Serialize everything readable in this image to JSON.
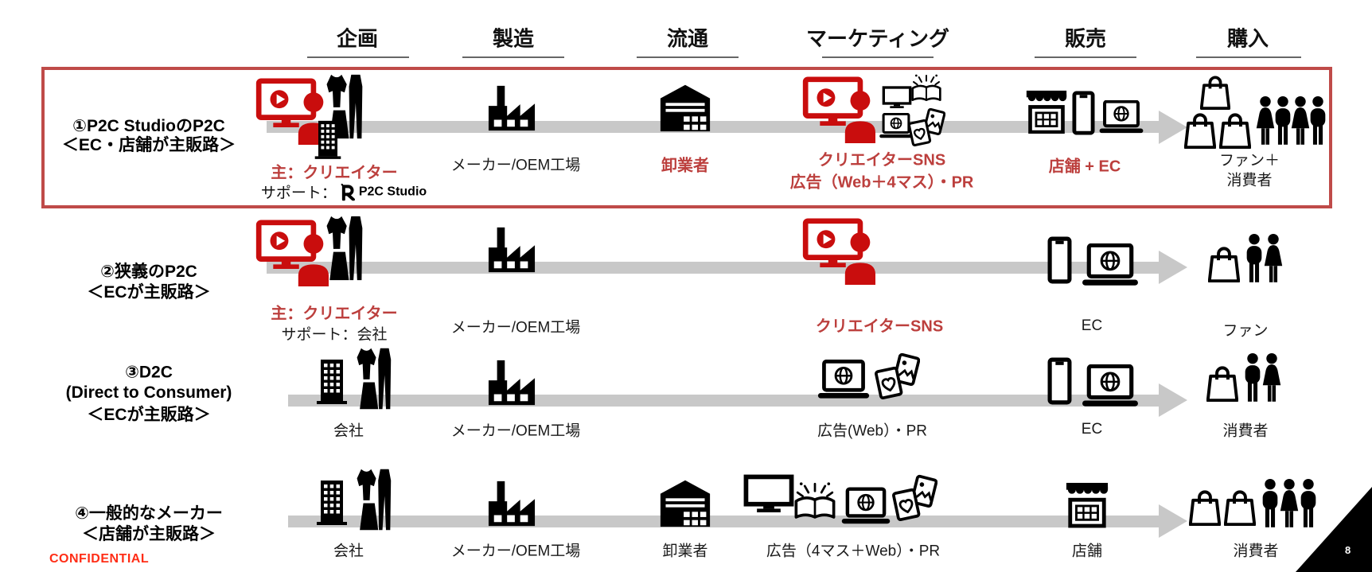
{
  "colors": {
    "icon_red": "#c90d0d",
    "text_red": "#bc3f3d",
    "box_border": "#bf4b49",
    "bar_gray": "#c8c8c8",
    "confidential_red": "#ff2d16"
  },
  "stages": [
    {
      "label": "企画"
    },
    {
      "label": "製造"
    },
    {
      "label": "流通"
    },
    {
      "label": "マーケティング"
    },
    {
      "label": "販売"
    },
    {
      "label": "購入"
    }
  ],
  "rows": [
    {
      "title_line1": "①P2C StudioのP2C",
      "title_line2": "＜EC・店舗が主販路＞",
      "planning_main": "主：クリエイター",
      "planning_support_prefix": "サポート：",
      "planning_support_logo": "P2C Studio",
      "manufacturing": "メーカー/OEM工場",
      "distribution": "卸業者",
      "marketing_line1": "クリエイターSNS",
      "marketing_line2": "広告（Web＋4マス）・PR",
      "sales": "店舗 + EC",
      "purchase_line1": "ファン＋",
      "purchase_line2": "消費者"
    },
    {
      "title_line1": "②狭義のP2C",
      "title_line2": "＜ECが主販路＞",
      "planning_main": "主：クリエイター",
      "planning_support": "サポート：会社",
      "manufacturing": "メーカー/OEM工場",
      "marketing": "クリエイターSNS",
      "sales": "EC",
      "purchase": "ファン"
    },
    {
      "title_line1": "③D2C",
      "title_line2": "(Direct to Consumer)",
      "title_line3": "＜ECが主販路＞",
      "planning": "会社",
      "manufacturing": "メーカー/OEM工場",
      "marketing": "広告(Web）・PR",
      "sales": "EC",
      "purchase": "消費者"
    },
    {
      "title_line1": "④一般的なメーカー",
      "title_line2": "＜店舗が主販路＞",
      "planning": "会社",
      "manufacturing": "メーカー/OEM工場",
      "distribution": "卸業者",
      "marketing": "広告（4マス＋Web）・PR",
      "sales": "店舗",
      "purchase": "消費者"
    }
  ],
  "footer": {
    "confidential": "CONFIDENTIAL",
    "page_number": "8"
  },
  "icons": [
    "creator-monitor-person-icon",
    "clothes-icon",
    "company-building-icon",
    "factory-icon",
    "warehouse-icon",
    "tv-icon",
    "book-sparkle-icon",
    "laptop-globe-icon",
    "photos-icon",
    "storefront-icon",
    "smartphone-icon",
    "shopping-bag-icon",
    "person-man-icon",
    "person-woman-icon",
    "p2c-studio-logo-icon"
  ]
}
